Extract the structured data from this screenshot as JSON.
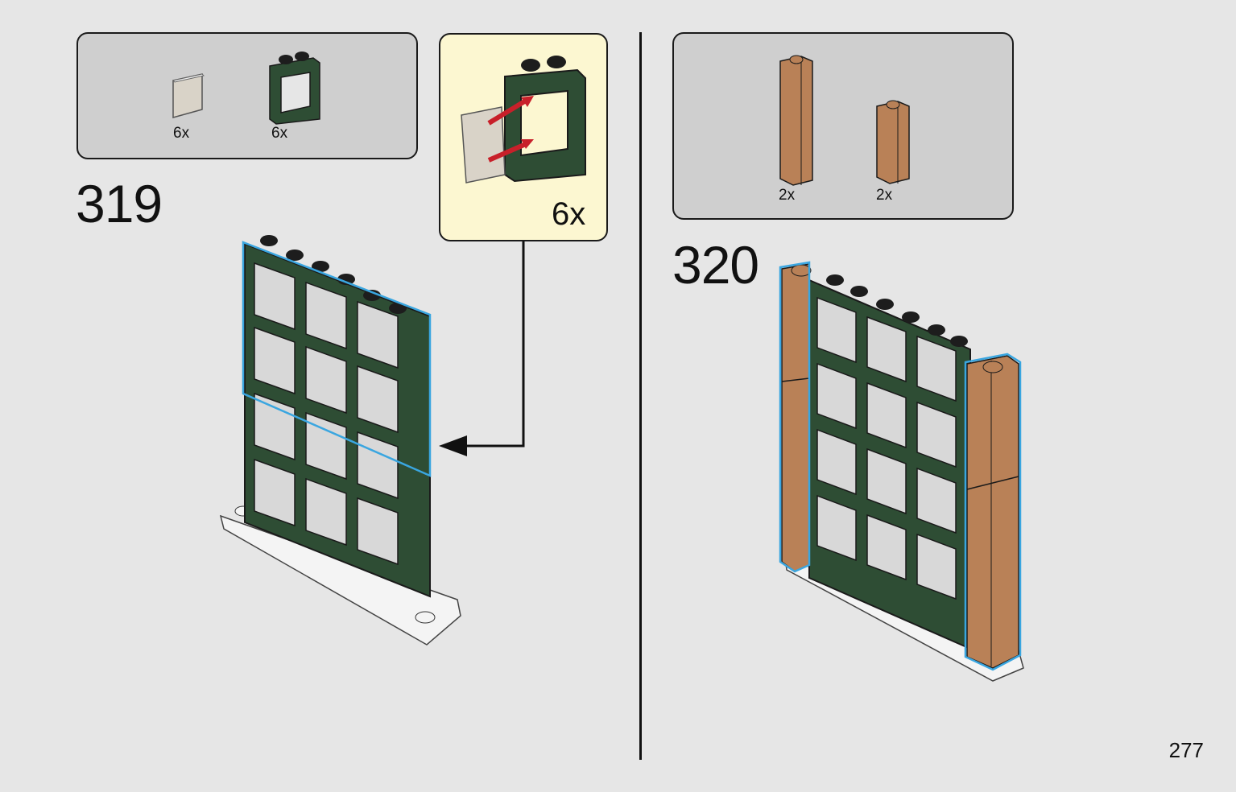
{
  "page_number": "277",
  "steps": [
    {
      "number": "319",
      "parts": [
        {
          "name": "transparent-glass-pane",
          "qty": "6x"
        },
        {
          "name": "dark-green-window-frame",
          "qty": "6x"
        }
      ],
      "subassembly_qty": "6x"
    },
    {
      "number": "320",
      "parts": [
        {
          "name": "tan-brick-tall",
          "qty": "2x"
        },
        {
          "name": "tan-brick-short",
          "qty": "2x"
        }
      ]
    }
  ],
  "colors": {
    "dark_green": "#2e4d34",
    "tan": "#b98157",
    "highlight": "#3aa6e0",
    "arrow_red": "#c8202a"
  }
}
